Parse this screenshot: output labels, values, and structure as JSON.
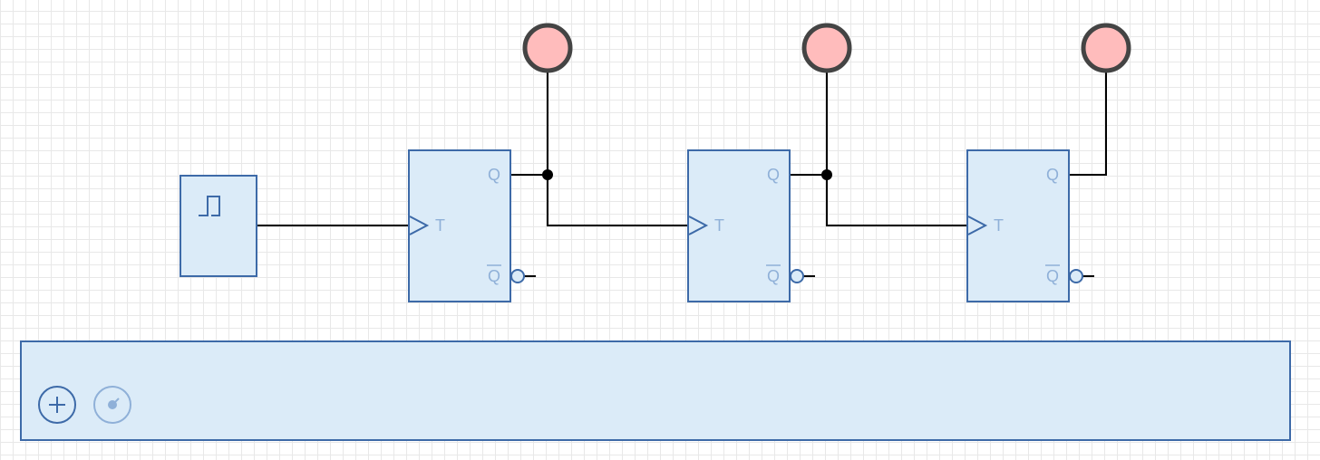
{
  "colors": {
    "component_fill": "#dbebf8",
    "component_stroke": "#3d6aa8",
    "pin_label": "#8fb0d8",
    "wire": "#000000",
    "led_fill": "#ffbcbc",
    "led_stroke": "#444444",
    "grid": "#e8e8e8"
  },
  "clock": {
    "icon": "pulse-icon"
  },
  "flip_flops": [
    {
      "id": "tff-1",
      "pin_q": "Q",
      "pin_t": "T",
      "pin_qbar": "Q"
    },
    {
      "id": "tff-2",
      "pin_q": "Q",
      "pin_t": "T",
      "pin_qbar": "Q"
    },
    {
      "id": "tff-3",
      "pin_q": "Q",
      "pin_t": "T",
      "pin_qbar": "Q"
    }
  ],
  "leds": [
    {
      "id": "led-1"
    },
    {
      "id": "led-2"
    },
    {
      "id": "led-3"
    }
  ],
  "toolbar": {
    "add_icon": "plus-circle-icon",
    "probe_icon": "probe-icon"
  }
}
